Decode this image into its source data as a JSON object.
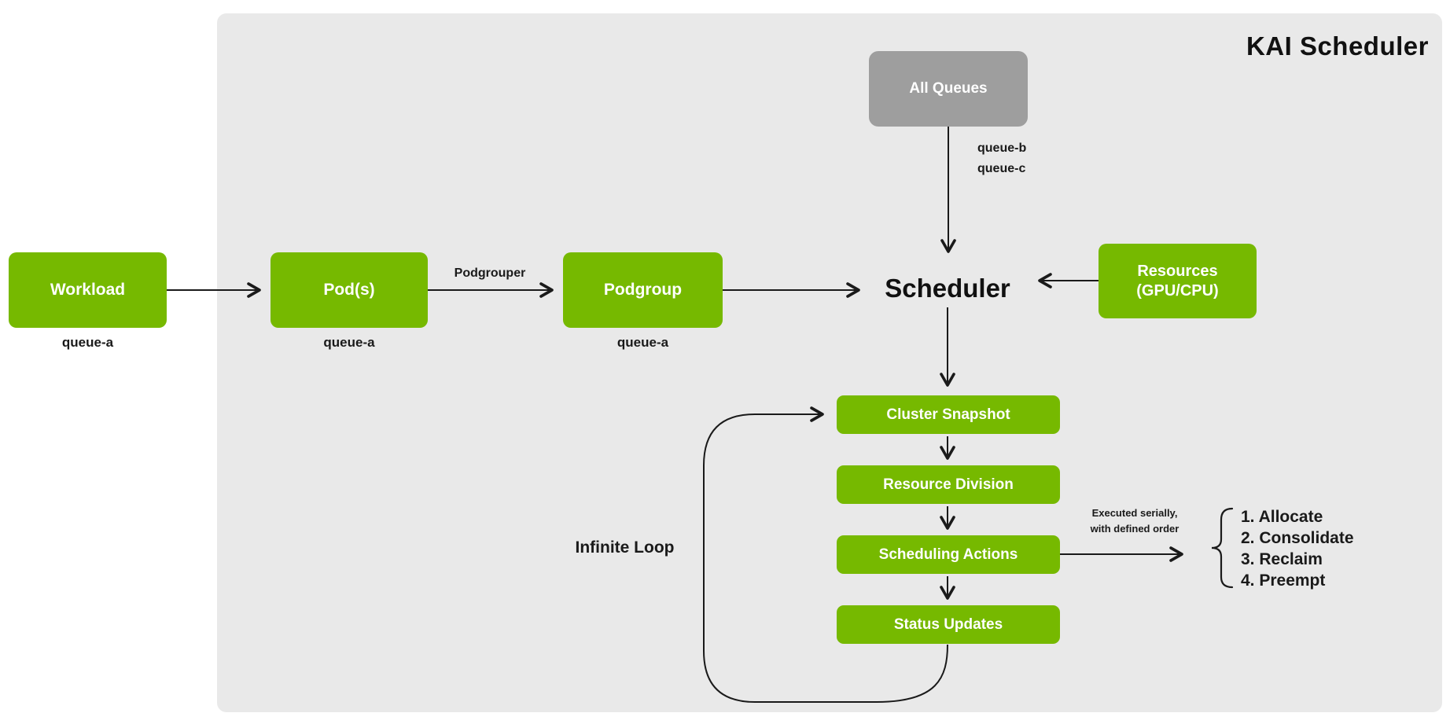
{
  "title": "KAI Scheduler",
  "colors": {
    "node_green": "#76b900",
    "node_gray": "#9e9e9e",
    "panel_background": "#e9e9e9",
    "line_color": "#1a1a1a"
  },
  "nodes": {
    "workload": {
      "label": "Workload",
      "queue": "queue-a"
    },
    "pods": {
      "label": "Pod(s)",
      "queue": "queue-a"
    },
    "podgroup": {
      "label": "Podgroup",
      "queue": "queue-a"
    },
    "all_queues": {
      "label": "All Queues"
    },
    "scheduler": {
      "label": "Scheduler"
    },
    "resources": {
      "line1": "Resources",
      "line2": "(GPU/CPU)"
    },
    "pipeline": [
      {
        "label": "Cluster Snapshot"
      },
      {
        "label": "Resource Division"
      },
      {
        "label": "Scheduling Actions"
      },
      {
        "label": "Status Updates"
      }
    ]
  },
  "edge_labels": {
    "podgrouper": "Podgrouper",
    "queue_b": "queue-b",
    "queue_c": "queue-c",
    "infinite_loop": "Infinite Loop",
    "serial_note_line1": "Executed serially,",
    "serial_note_line2": "with defined order"
  },
  "actions": {
    "items": [
      "1. Allocate",
      "2. Consolidate",
      "3. Reclaim",
      "4. Preempt"
    ]
  }
}
